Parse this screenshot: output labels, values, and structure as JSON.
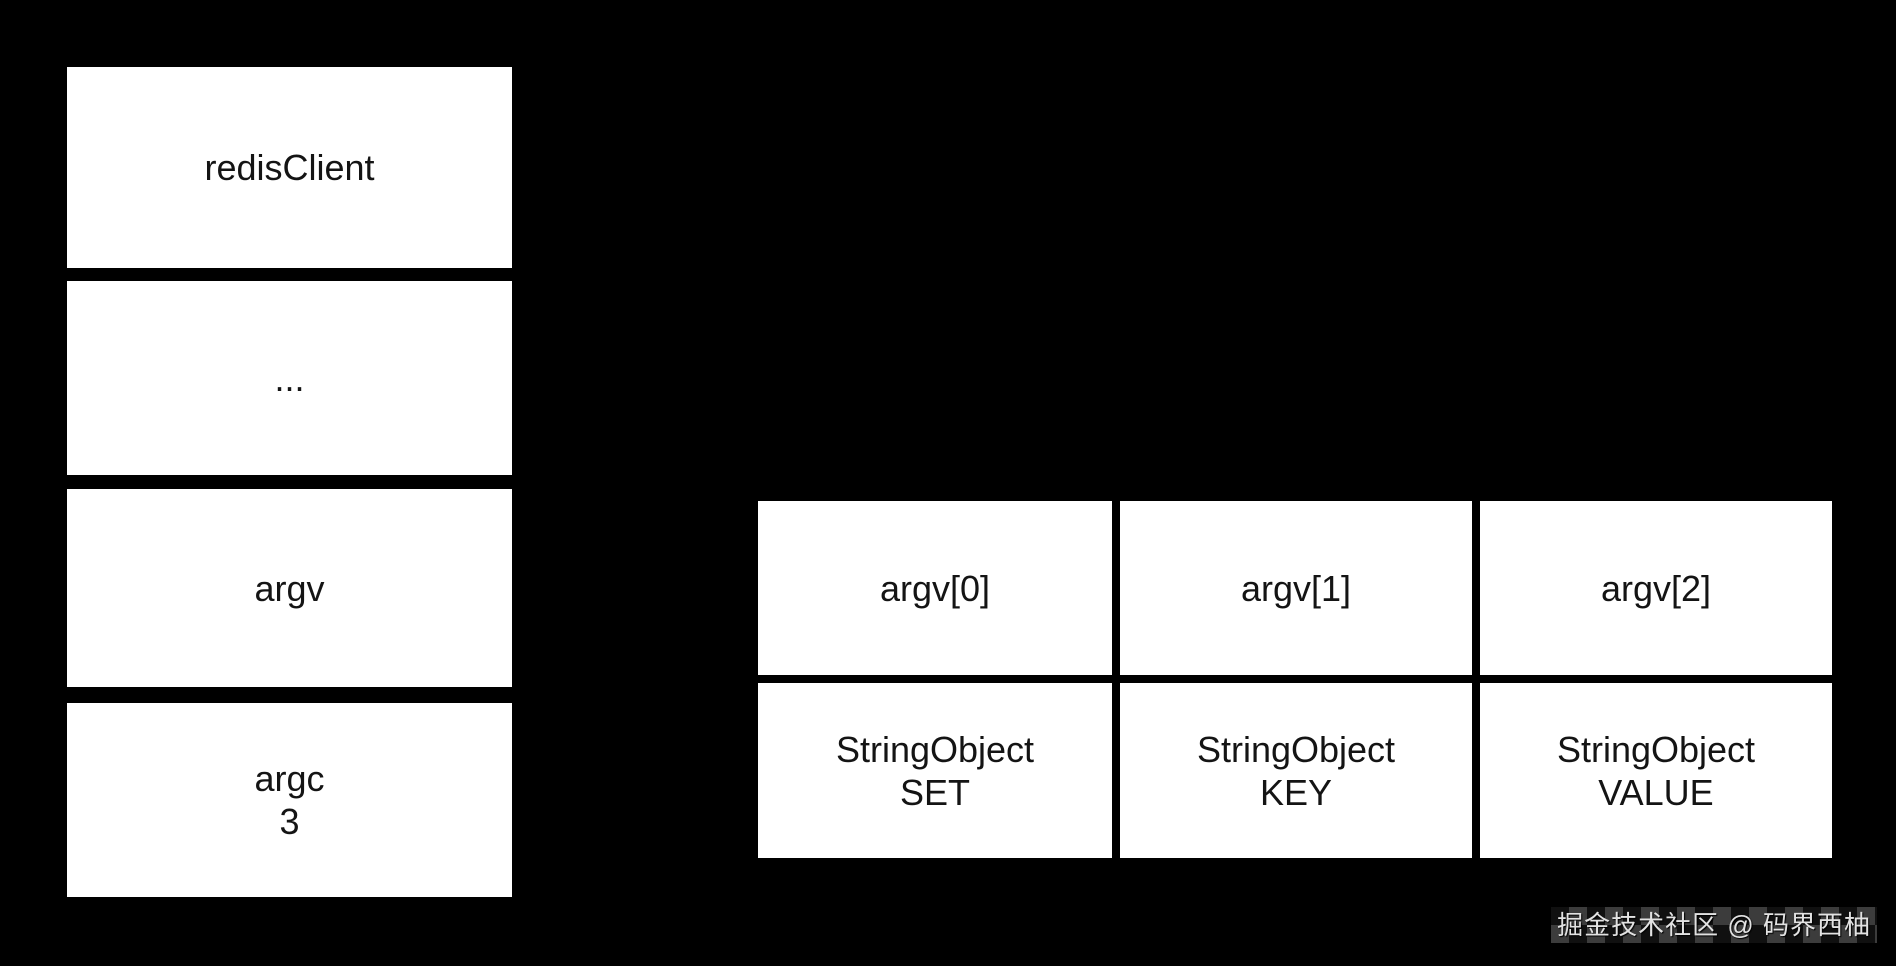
{
  "colors": {
    "background": "#000000",
    "box_fill": "#ffffff",
    "box_text": "#141414",
    "watermark_text": "#e2e2e2"
  },
  "client_struct": {
    "fields": [
      {
        "label": "redisClient"
      },
      {
        "label": "..."
      },
      {
        "label": "argv"
      },
      {
        "label": "argc",
        "value": "3"
      }
    ]
  },
  "argv_array": {
    "headers": [
      "argv[0]",
      "argv[1]",
      "argv[2]"
    ],
    "objects": [
      {
        "type": "StringObject",
        "value": "SET"
      },
      {
        "type": "StringObject",
        "value": "KEY"
      },
      {
        "type": "StringObject",
        "value": "VALUE"
      }
    ]
  },
  "watermark": {
    "text": "掘金技术社区 @ 码界西柚"
  }
}
